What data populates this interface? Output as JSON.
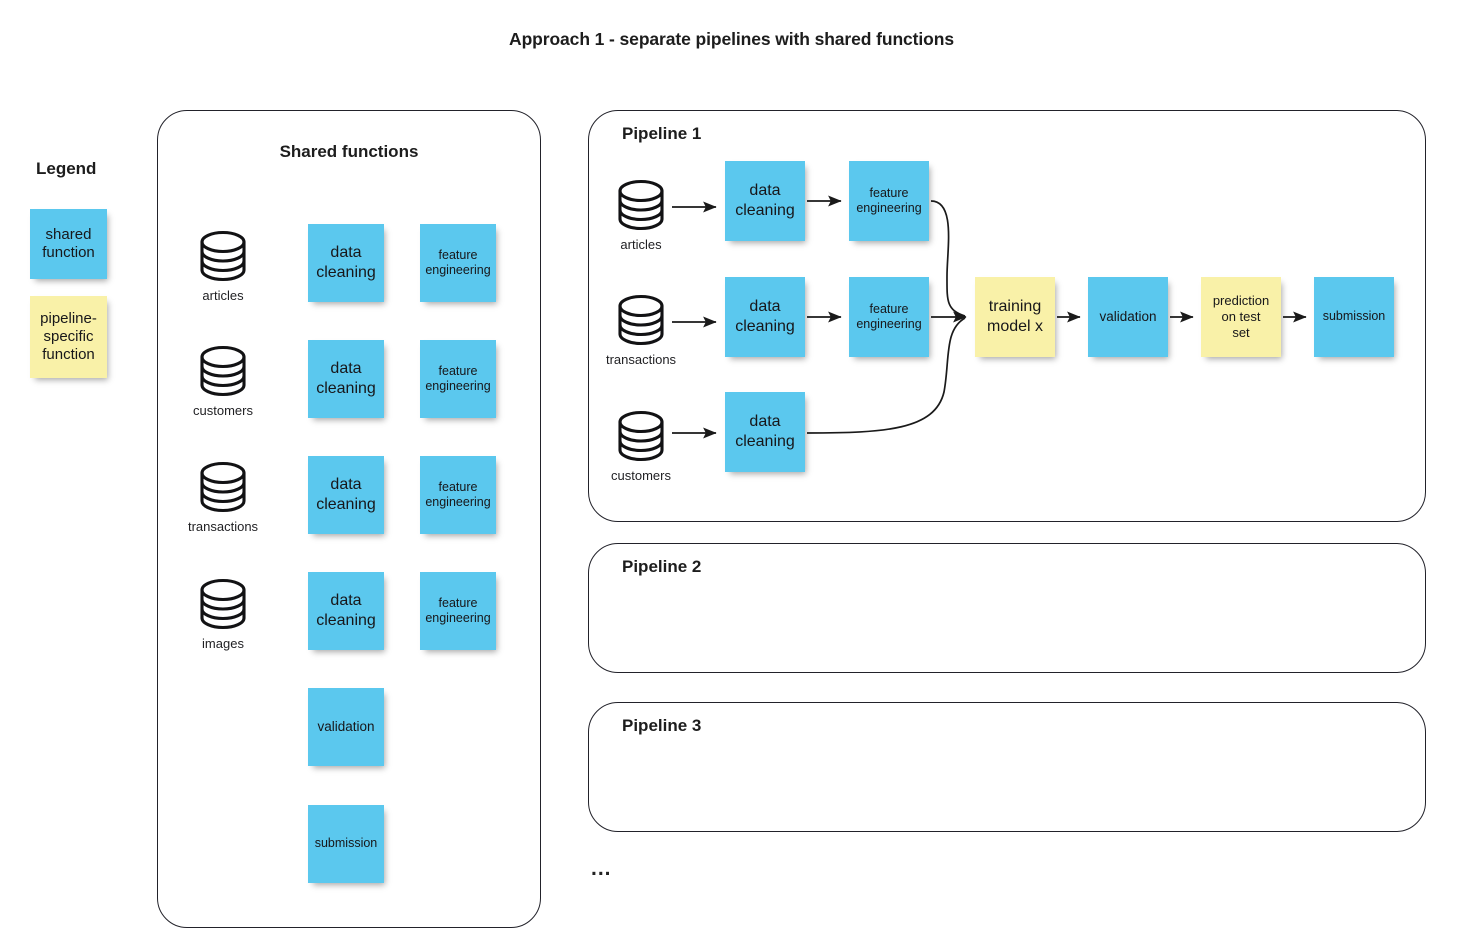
{
  "title": "Approach 1 - separate pipelines with shared functions",
  "colors": {
    "shared_function": "#5bc8ee",
    "pipeline_specific_function": "#f9f1a8",
    "outline": "#22222a",
    "text": "#17171a"
  },
  "legend": {
    "heading": "Legend",
    "items": [
      {
        "label": "shared\nfunction",
        "type": "shared",
        "color": "#5bc8ee"
      },
      {
        "label": "pipeline-\nspecific\nfunction",
        "type": "pipeline-specific",
        "color": "#f9f1a8"
      }
    ]
  },
  "shared_functions_panel": {
    "heading": "Shared functions",
    "datasets": [
      {
        "label": "articles",
        "icon": "database-icon"
      },
      {
        "label": "customers",
        "icon": "database-icon"
      },
      {
        "label": "transactions",
        "icon": "database-icon"
      },
      {
        "label": "images",
        "icon": "database-icon"
      }
    ],
    "rows": [
      {
        "dataset": "articles",
        "functions": [
          "data\ncleaning",
          "feature\nengineering"
        ]
      },
      {
        "dataset": "customers",
        "functions": [
          "data\ncleaning",
          "feature\nengineering"
        ]
      },
      {
        "dataset": "transactions",
        "functions": [
          "data\ncleaning",
          "feature\nengineering"
        ]
      },
      {
        "dataset": "images",
        "functions": [
          "data\ncleaning",
          "feature\nengineering"
        ]
      }
    ],
    "extra_functions": [
      "validation",
      "submission"
    ]
  },
  "pipelines": [
    {
      "name": "Pipeline 1",
      "expanded": true,
      "branches": [
        {
          "source": "articles",
          "steps": [
            "data\ncleaning",
            "feature\nengineering"
          ]
        },
        {
          "source": "transactions",
          "steps": [
            "data\ncleaning",
            "feature\nengineering"
          ]
        },
        {
          "source": "customers",
          "steps": [
            "data\ncleaning"
          ]
        }
      ],
      "merged_steps": [
        {
          "label": "training\nmodel x",
          "type": "pipeline-specific"
        },
        {
          "label": "validation",
          "type": "shared"
        },
        {
          "label": "prediction\non test\nset",
          "type": "pipeline-specific"
        },
        {
          "label": "submission",
          "type": "shared"
        }
      ]
    },
    {
      "name": "Pipeline 2",
      "expanded": false,
      "branches": [],
      "merged_steps": []
    },
    {
      "name": "Pipeline 3",
      "expanded": false,
      "branches": [],
      "merged_steps": []
    }
  ],
  "more_indicator": "..."
}
